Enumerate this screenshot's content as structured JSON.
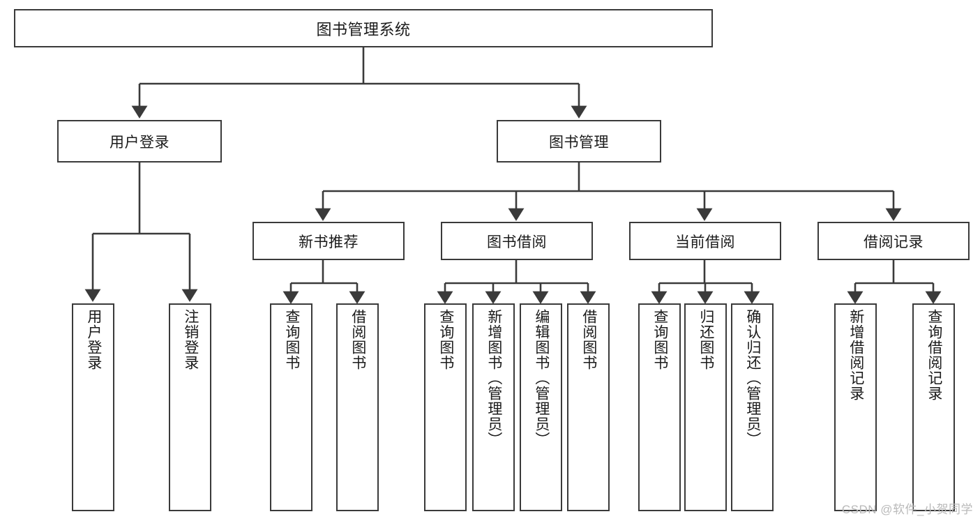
{
  "diagram": {
    "type": "tree-hierarchy",
    "title_node": {
      "label": "图书管理系统"
    },
    "level1": [
      {
        "id": "user-login",
        "label": "用户登录"
      },
      {
        "id": "book-management",
        "label": "图书管理"
      }
    ],
    "level2": [
      {
        "id": "new-book-recommend",
        "label": "新书推荐",
        "parent": "book-management"
      },
      {
        "id": "book-borrow",
        "label": "图书借阅",
        "parent": "book-management"
      },
      {
        "id": "current-borrow",
        "label": "当前借阅",
        "parent": "book-management"
      },
      {
        "id": "borrow-record",
        "label": "借阅记录",
        "parent": "book-management"
      }
    ],
    "leaves": {
      "user_login": [
        {
          "id": "leaf-user-login",
          "label": "用户登录"
        },
        {
          "id": "leaf-logout-login",
          "label": "注销登录"
        }
      ],
      "new_book_recommend": [
        {
          "id": "leaf-query-book-1",
          "label": "查询图书"
        },
        {
          "id": "leaf-borrow-book-1",
          "label": "借阅图书"
        }
      ],
      "book_borrow": [
        {
          "id": "leaf-query-book-2",
          "label": "查询图书"
        },
        {
          "id": "leaf-add-book",
          "label": "新增图书（管理员）"
        },
        {
          "id": "leaf-edit-book",
          "label": "编辑图书（管理员）"
        },
        {
          "id": "leaf-borrow-book-2",
          "label": "借阅图书"
        }
      ],
      "current_borrow": [
        {
          "id": "leaf-query-book-3",
          "label": "查询图书"
        },
        {
          "id": "leaf-return-book",
          "label": "归还图书"
        },
        {
          "id": "leaf-confirm-return",
          "label": "确认归还（管理员）"
        }
      ],
      "borrow_record": [
        {
          "id": "leaf-add-record",
          "label": "新增借阅记录"
        },
        {
          "id": "leaf-query-record",
          "label": "查询借阅记录"
        }
      ]
    },
    "watermark": "CSDN @软件_小贺同学",
    "colors": {
      "stroke": "#3a3a3a",
      "background": "#ffffff",
      "text": "#1a1a1a",
      "watermark": "#b9b9b9"
    }
  }
}
